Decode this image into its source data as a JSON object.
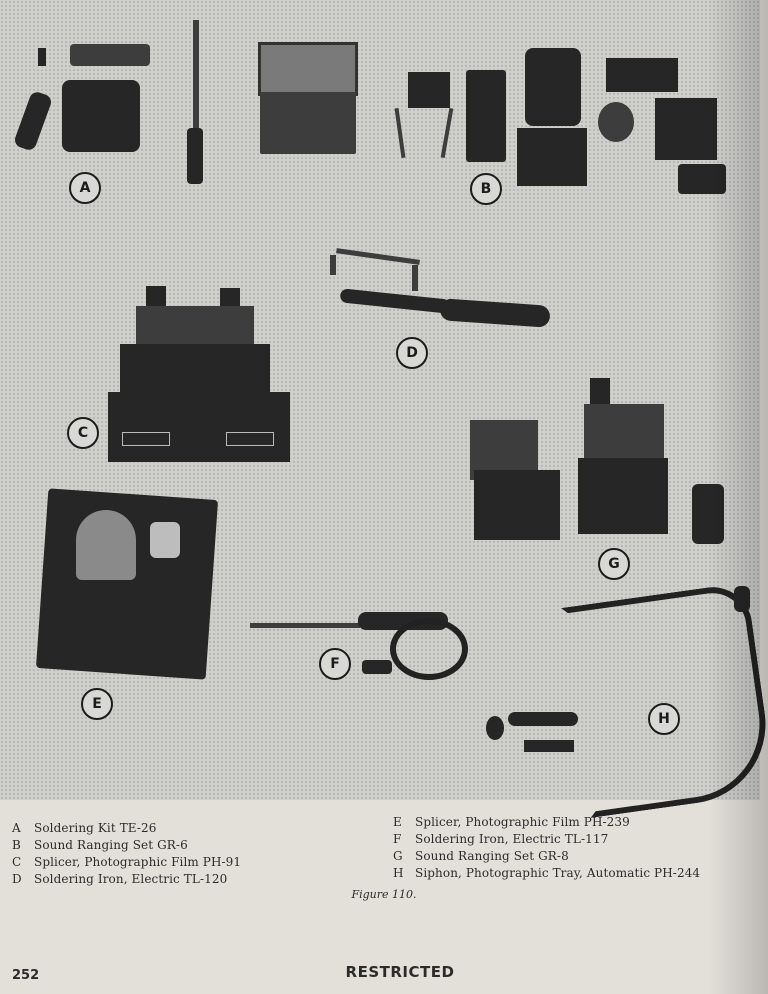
{
  "figure": {
    "callouts": [
      "A",
      "B",
      "C",
      "D",
      "E",
      "F",
      "G",
      "H"
    ],
    "items_left": [
      {
        "key": "A",
        "label": "Soldering Kit TE-26"
      },
      {
        "key": "B",
        "label": "Sound Ranging Set GR-6"
      },
      {
        "key": "C",
        "label": "Splicer, Photographic Film PH-91"
      },
      {
        "key": "D",
        "label": "Soldering Iron, Electric TL-120"
      }
    ],
    "items_right": [
      {
        "key": "E",
        "label": "Splicer, Photographic Film PH-239"
      },
      {
        "key": "F",
        "label": "Soldering Iron, Electric TL-117"
      },
      {
        "key": "G",
        "label": "Sound Ranging Set GR-8"
      },
      {
        "key": "H",
        "label": "Siphon, Photographic Tray, Automatic PH-244"
      }
    ],
    "title": "Figure 110."
  },
  "footer": {
    "page_number": "252",
    "marking": "RESTRICTED"
  }
}
